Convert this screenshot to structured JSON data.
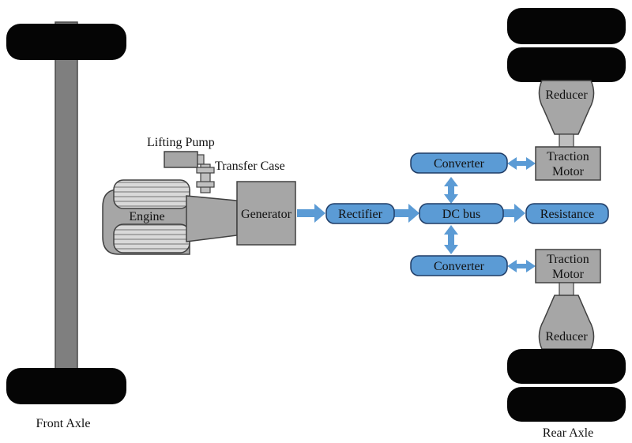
{
  "labels": {
    "lifting_pump": "Lifting Pump",
    "transfer_case": "Transfer Case",
    "engine": "Engine",
    "generator": "Generator",
    "rectifier": "Rectifier",
    "dc_bus": "DC bus",
    "resistance": "Resistance",
    "converter_top": "Converter",
    "converter_bottom": "Converter",
    "traction_motor_top_line1": "Traction",
    "traction_motor_top_line2": "Motor",
    "traction_motor_bottom_line1": "Traction",
    "traction_motor_bottom_line2": "Motor",
    "reducer_top": "Reducer",
    "reducer_bottom": "Reducer",
    "front_axle": "Front Axle",
    "rear_axle": "Rear Axle"
  },
  "colors": {
    "electrical_box": "#5b9bd5",
    "electrical_border": "#1f3c66",
    "arrow": "#5b9bd5",
    "mechanical_gray": "#a6a6a6",
    "tire": "#050505",
    "axle": "#7f7f7f"
  }
}
